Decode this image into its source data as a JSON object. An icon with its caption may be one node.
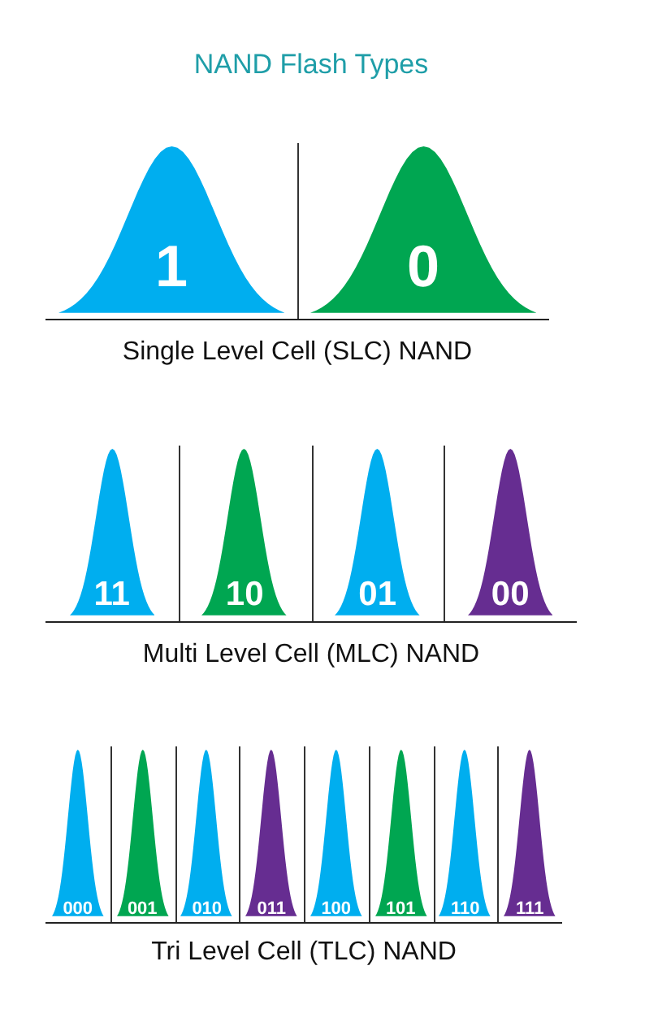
{
  "diagram": {
    "title": "NAND Flash Types",
    "nodes": [
      {
        "text": [
          "1"
        ]
      },
      {
        "text": [
          "0"
        ]
      },
      {
        "text": [
          "11"
        ]
      },
      {
        "text": [
          "10"
        ]
      },
      {
        "text": [
          "01"
        ]
      },
      {
        "text": [
          "00"
        ]
      },
      {
        "text": [
          "000"
        ]
      },
      {
        "text": [
          "001"
        ]
      },
      {
        "text": [
          "010"
        ]
      },
      {
        "text": [
          "011"
        ]
      },
      {
        "text": [
          "100"
        ]
      },
      {
        "text": [
          "101"
        ]
      },
      {
        "text": [
          "110"
        ]
      },
      {
        "text": [
          "111"
        ]
      }
    ],
    "labels": [
      "Single Level Cell (SLC) NAND",
      "Multi Level Cell (MLC) NAND",
      "Tri Level Cell (TLC) NAND"
    ]
  }
}
